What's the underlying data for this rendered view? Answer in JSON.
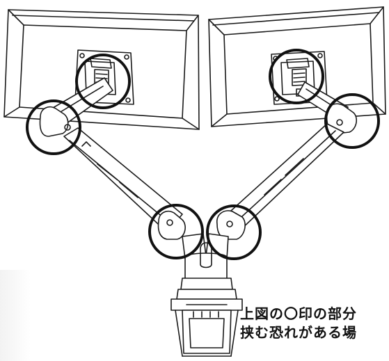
{
  "diagram": {
    "caption_lines": [
      "上図の〇印の部分",
      "挟む恐れがある場"
    ],
    "callout_count": 6,
    "colors": {
      "line": "#1a1a1a",
      "callout": "#111111",
      "background": "#ffffff"
    }
  }
}
